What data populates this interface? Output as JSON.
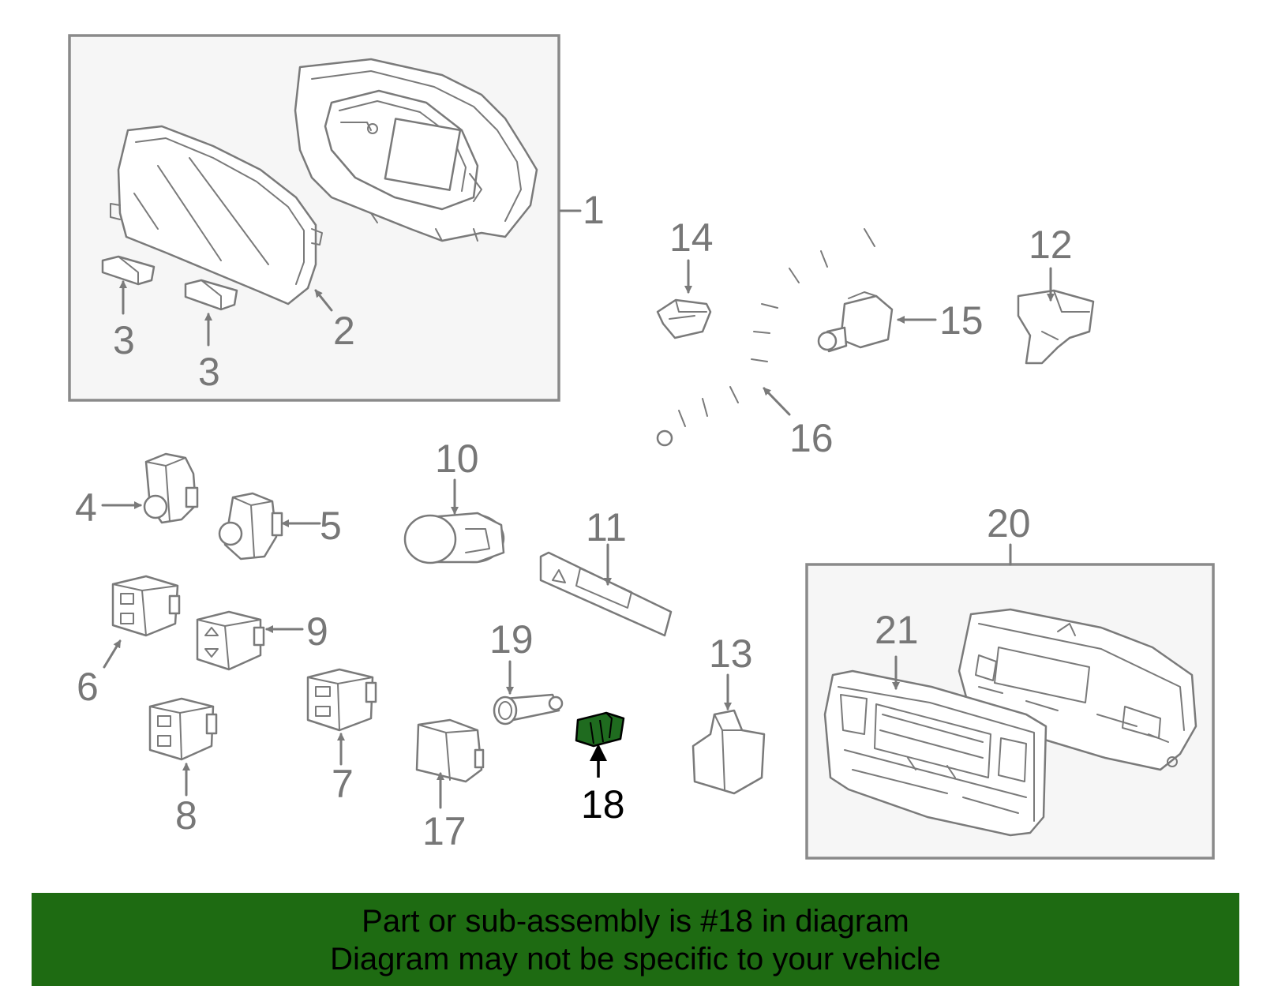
{
  "diagram": {
    "highlight_color": "#1e6b12",
    "highlighted_part": "18",
    "callouts": {
      "c1": "1",
      "c2": "2",
      "c3a": "3",
      "c3b": "3",
      "c4": "4",
      "c5": "5",
      "c6": "6",
      "c7": "7",
      "c8": "8",
      "c9": "9",
      "c10": "10",
      "c11": "11",
      "c12": "12",
      "c13": "13",
      "c14": "14",
      "c15": "15",
      "c16": "16",
      "c17": "17",
      "c18": "18",
      "c19": "19",
      "c20": "20",
      "c21": "21"
    }
  },
  "banner": {
    "line1": "Part or sub-assembly is #18 in diagram",
    "line2": "Diagram may not be specific to your vehicle"
  }
}
